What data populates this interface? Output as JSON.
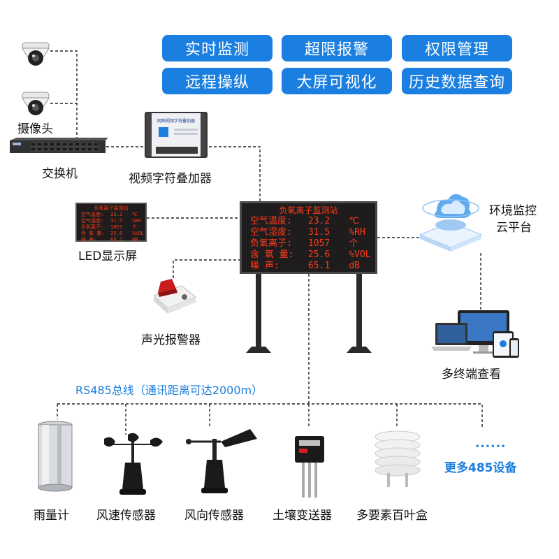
{
  "features": [
    {
      "label": "实时监测"
    },
    {
      "label": "超限报警"
    },
    {
      "label": "权限管理"
    },
    {
      "label": "远程操纵"
    },
    {
      "label": "大屏可视化"
    },
    {
      "label": "历史数据查询"
    }
  ],
  "labels": {
    "camera": "摄像头",
    "switch": "交换机",
    "overlay": "视频字符叠加器",
    "led_small": "LED显示屏",
    "alarm": "声光报警器",
    "cloud_line1": "环境监控",
    "cloud_line2": "云平台",
    "terminals": "多终端查看",
    "bus": "RS485总线（通讯距离可达2000m）",
    "more_dots": "••••••",
    "more": "更多485设备"
  },
  "sensors": [
    {
      "label": "雨量计"
    },
    {
      "label": "风速传感器"
    },
    {
      "label": "风向传感器"
    },
    {
      "label": "土壤变送器"
    },
    {
      "label": "多要素百叶盒"
    }
  ],
  "led_board": {
    "title": "负氧离子监测站",
    "rows": [
      {
        "name": "空气温度:",
        "value": "23.2",
        "unit": "℃"
      },
      {
        "name": "空气湿度:",
        "value": "31.5",
        "unit": "%RH"
      },
      {
        "name": "负氧离子:",
        "value": "1057",
        "unit": "个"
      },
      {
        "name": "含 氧 量:",
        "value": "25.6",
        "unit": "%VOL"
      },
      {
        "name": "噪    声:",
        "value": "65.1",
        "unit": "dB"
      }
    ]
  },
  "led_small": {
    "title": "负氧离子监测站",
    "rows": [
      {
        "name": "空气温度:",
        "value": "23.2",
        "unit": "℃"
      },
      {
        "name": "空气湿度:",
        "value": "31.5",
        "unit": "%RH"
      },
      {
        "name": "负氧离子:",
        "value": "1057",
        "unit": "个"
      },
      {
        "name": "含 氧 量:",
        "value": "25.6",
        "unit": "%VOL"
      },
      {
        "name": "噪    声:",
        "value": "65.1",
        "unit": "dB"
      }
    ]
  },
  "overlay_device_text": "网络视频字符叠加器",
  "colors": {
    "accent": "#1a7fe0",
    "led": "#ff3b1a"
  }
}
